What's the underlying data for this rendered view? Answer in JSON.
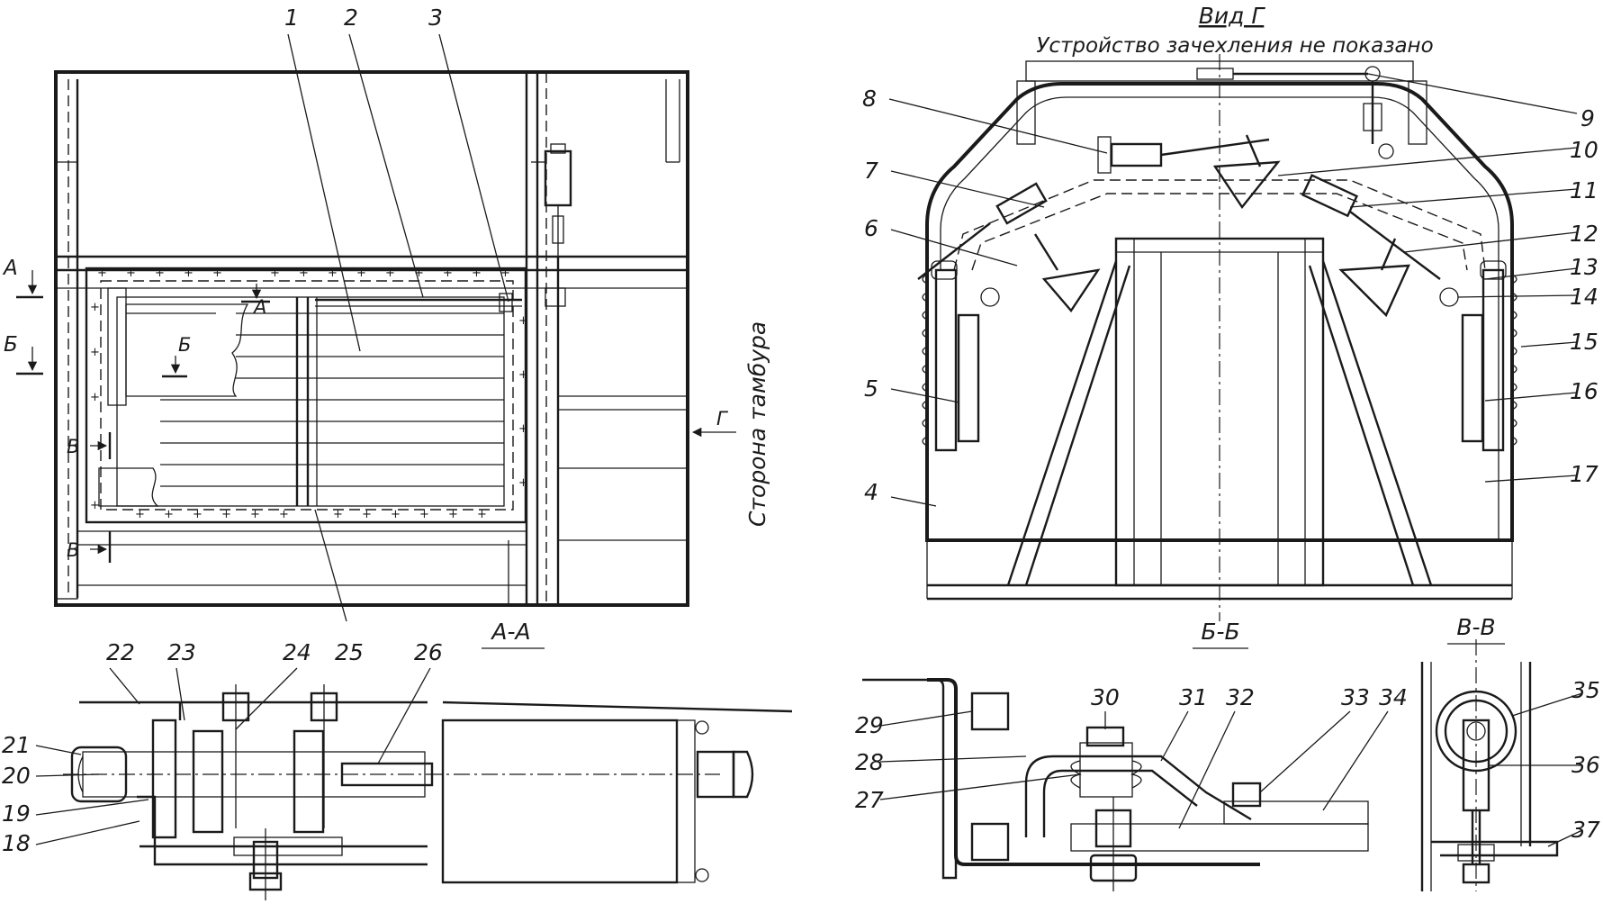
{
  "view_g": {
    "title": "Вид Г",
    "note": "Устройство зачехления не показано"
  },
  "side_text": "Сторона тамбура",
  "sections": {
    "aa": "А-А",
    "bb": "Б-Б",
    "vv": "В-В"
  },
  "markers": {
    "a_left": "А",
    "b_left": "Б",
    "a_inner": "А",
    "b_inner": "Б",
    "v1": "В",
    "v2": "В",
    "g_arrow": "Г"
  },
  "callouts": [
    "1",
    "2",
    "3",
    "4",
    "5",
    "6",
    "7",
    "8",
    "9",
    "10",
    "11",
    "12",
    "13",
    "14",
    "15",
    "16",
    "17",
    "18",
    "19",
    "20",
    "21",
    "22",
    "23",
    "24",
    "25",
    "26",
    "27",
    "28",
    "29",
    "30",
    "31",
    "32",
    "33",
    "34",
    "35",
    "36",
    "37"
  ]
}
